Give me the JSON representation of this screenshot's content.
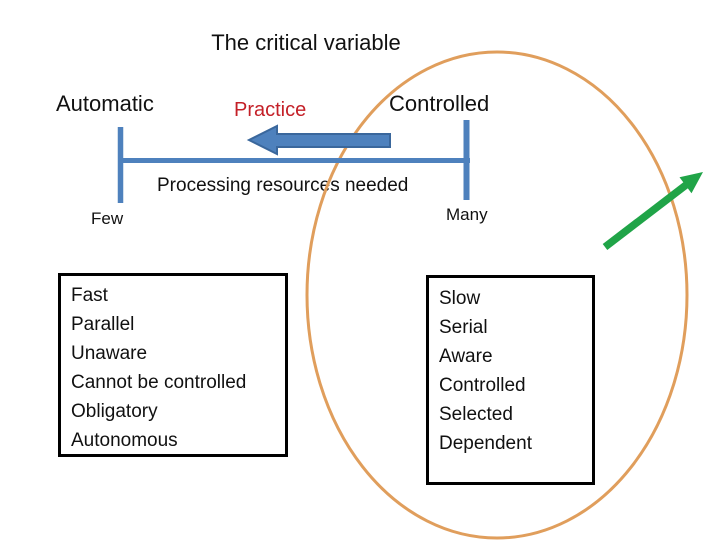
{
  "slide": {
    "title": "The critical variable",
    "axis": {
      "left_label": "Automatic",
      "right_label": "Controlled",
      "arrow_label": "Practice",
      "axis_label": "Processing resources needed",
      "left_end_label": "Few",
      "right_end_label": "Many"
    },
    "left_box": {
      "items": [
        "Fast",
        "Parallel",
        "Unaware",
        "Cannot be controlled",
        "Obligatory",
        "Autonomous"
      ]
    },
    "right_box": {
      "items": [
        "Slow",
        "Serial",
        "Aware",
        "Controlled",
        "Selected",
        "Dependent"
      ]
    },
    "colors": {
      "axis_blue": "#4E81BD",
      "arrow_border_blue": "#3A679C",
      "practice_red": "#C42028",
      "ellipse_orange": "#E09E5C",
      "arrow_green": "#20A448"
    }
  }
}
